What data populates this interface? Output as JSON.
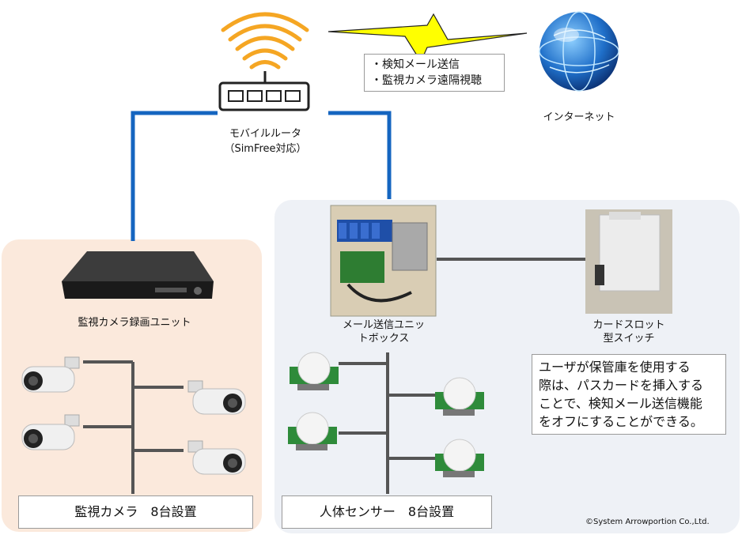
{
  "router": {
    "label_line1": "モバイルルータ",
    "label_line2": "（SimFree対応）",
    "icon": "wifi-router-icon"
  },
  "internet": {
    "label": "インターネット",
    "icon": "globe-icon"
  },
  "features": {
    "line1": "・検知メール送信",
    "line2": "・監視カメラ遠隔視聴"
  },
  "recorder": {
    "label": "監視カメラ録画ユニット"
  },
  "camera_group": {
    "label": "監視カメラ　8台設置"
  },
  "mail_box": {
    "label_line1": "メール送信ユニッ",
    "label_line2": "トボックス"
  },
  "card_switch": {
    "label_line1": "カードスロット",
    "label_line2": "型スイッチ"
  },
  "sensor_group": {
    "label": "人体センサー　8台設置"
  },
  "description": "ユーザが保管庫を使用する\n際は、パスカードを挿入する\nことで、検知メール送信機能\nをオフにすることができる。",
  "copyright": "©System Arrowportion Co.,Ltd.",
  "colors": {
    "link_blue": "#1565c0",
    "wire_gray": "#555555",
    "wifi_orange": "#f5a623",
    "lightning": "#ffff00"
  }
}
